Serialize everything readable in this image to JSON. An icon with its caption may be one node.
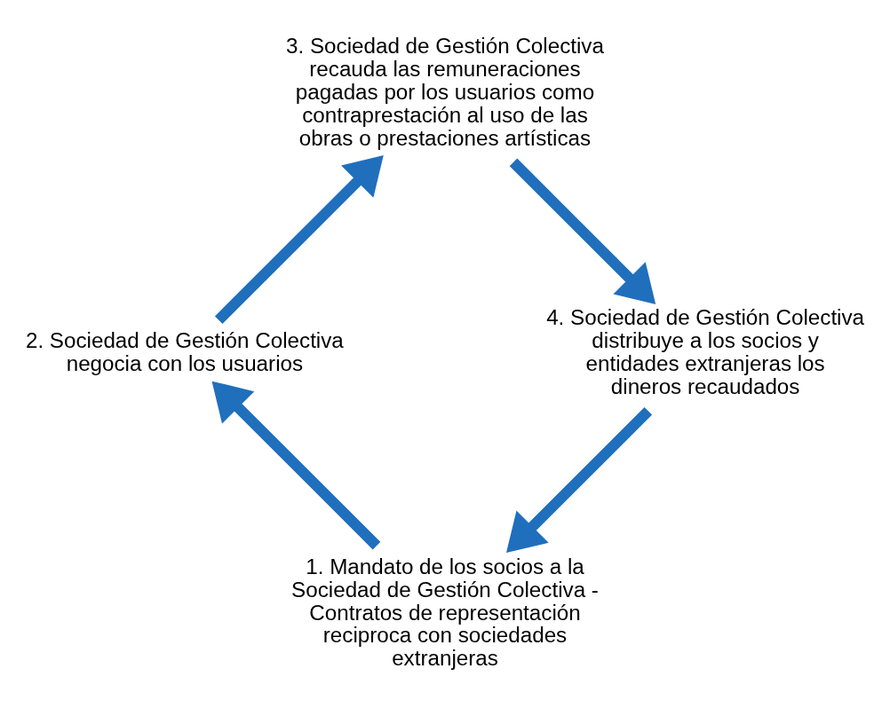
{
  "diagram": {
    "nodes": [
      {
        "text": [
          "1. Mandato de los socios a la Sociedad de Gestión Colectiva - Contratos de representación reciproca con sociedades extranjeras"
        ]
      },
      {
        "text": [
          "2. Sociedad de Gestión Colectiva negocia con los usuarios"
        ]
      },
      {
        "text": [
          "3. Sociedad de Gestión Colectiva recauda las remuneraciones pagadas por los usuarios como contraprestación al uso de las obras o prestaciones artísticas"
        ]
      },
      {
        "text": [
          "4. Sociedad de Gestión Colectiva distribuye a los socios y entidades extranjeras los dineros recaudados"
        ]
      }
    ],
    "edges": [
      {
        "from": 0,
        "to": 1,
        "arrow": "to"
      },
      {
        "from": 1,
        "to": 2,
        "arrow": "to"
      },
      {
        "from": 2,
        "to": 3,
        "arrow": "to"
      },
      {
        "from": 3,
        "to": 0,
        "arrow": "to"
      }
    ]
  }
}
